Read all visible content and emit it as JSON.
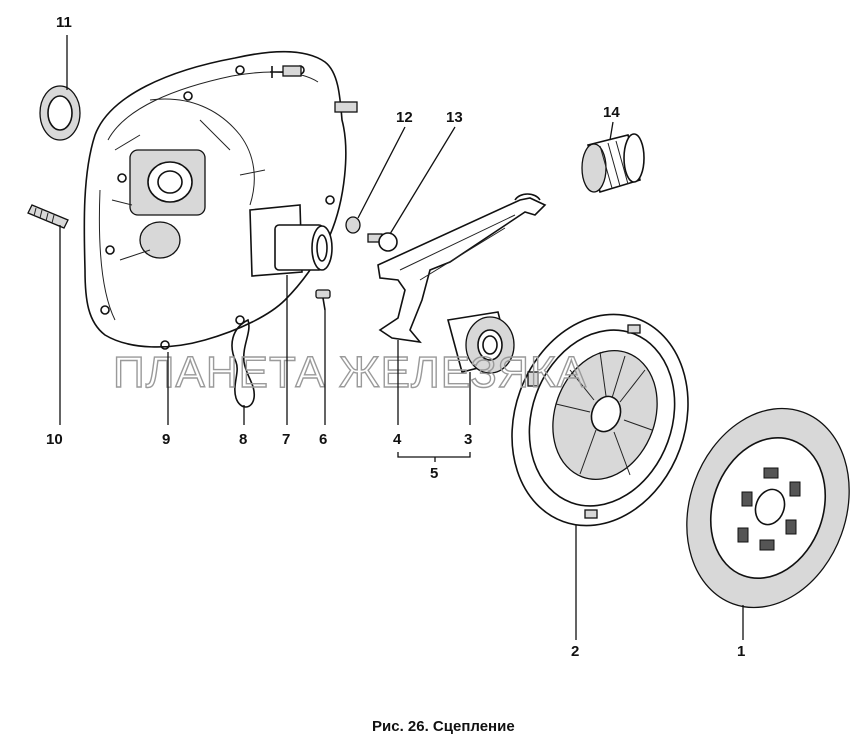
{
  "caption": "Рис. 26. Сцепление",
  "watermark": "ПЛАНЕТА ЖЕЛЕЗЯКА",
  "parts": {
    "p1": "1",
    "p2": "2",
    "p3": "3",
    "p4": "4",
    "p5": "5",
    "p6": "6",
    "p7": "7",
    "p8": "8",
    "p9": "9",
    "p10": "10",
    "p11": "11",
    "p12": "12",
    "p13": "13",
    "p14": "14"
  }
}
